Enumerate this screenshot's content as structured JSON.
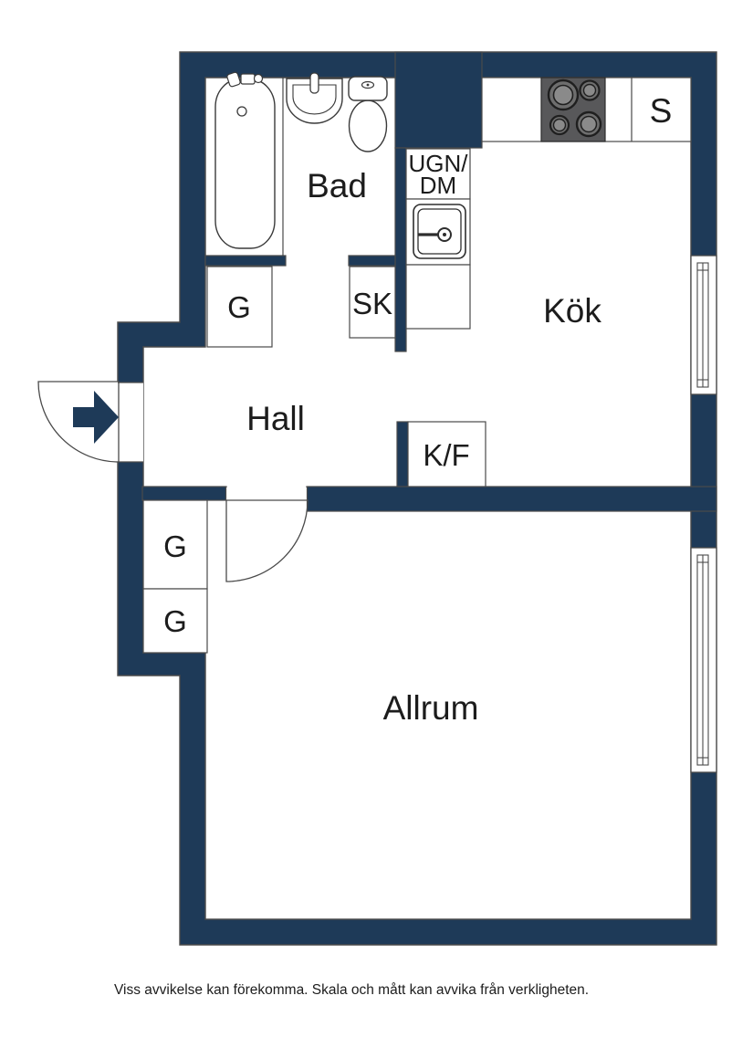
{
  "plan": {
    "rooms": [
      {
        "id": "bad",
        "label": "Bad"
      },
      {
        "id": "kok",
        "label": "Kök"
      },
      {
        "id": "hall",
        "label": "Hall"
      },
      {
        "id": "allrum",
        "label": "Allrum"
      }
    ],
    "closets": {
      "g_bad": "G",
      "sk": "SK",
      "g_hall_top": "G",
      "g_hall_bottom": "G",
      "kf": "K/F",
      "ugn_line1": "UGN/",
      "ugn_line2": "DM",
      "s": "S"
    },
    "fixtures": [
      "bathtub-icon",
      "wash-basin-icon",
      "toilet-icon",
      "stove-icon",
      "kitchen-sink-icon",
      "entry-arrow-icon",
      "door-swing-icon",
      "window-icon"
    ],
    "colors": {
      "wall": "#1e3a58",
      "line": "#4a4a4a",
      "stove_body": "#58585a",
      "burner_fill": "#8a8a8a",
      "background": "#ffffff"
    }
  },
  "footer": {
    "disclaimer": "Viss avvikelse kan förekomma. Skala och mått kan avvika från verkligheten."
  }
}
